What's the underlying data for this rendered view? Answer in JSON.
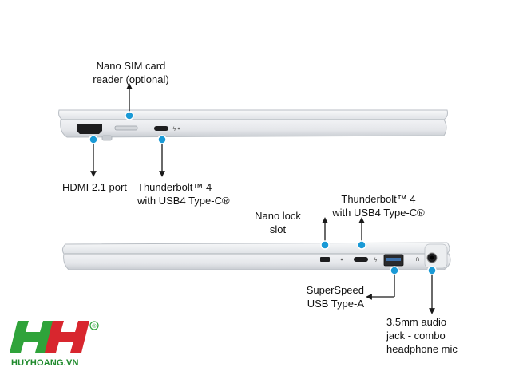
{
  "colors": {
    "marker": "#1a9ad6",
    "marker_stroke": "#ffffff",
    "laptop_body": "#e9ebee",
    "laptop_edge": "#b9bec4",
    "port_dark": "#1d1d1f",
    "arrow": "#1a1a1a",
    "logo_green": "#2fa33a",
    "logo_red": "#d8262e"
  },
  "labels": {
    "nano_sim": [
      "Nano SIM card",
      "reader (optional)"
    ],
    "hdmi": [
      "HDMI 2.1 port"
    ],
    "thunderbolt_left": [
      "Thunderbolt™ 4",
      "with USB4 Type-C®"
    ],
    "nano_lock": [
      "Nano lock",
      "slot"
    ],
    "thunderbolt_right": [
      "Thunderbolt™ 4",
      "with USB4 Type-C®"
    ],
    "superspeed": [
      "SuperSpeed",
      "USB Type-A"
    ],
    "audio": [
      "3.5mm audio",
      "jack - combo",
      "headphone mic"
    ]
  },
  "logo": {
    "mark": "HH",
    "registered": "®",
    "site": "HUYHOANG.VN"
  }
}
